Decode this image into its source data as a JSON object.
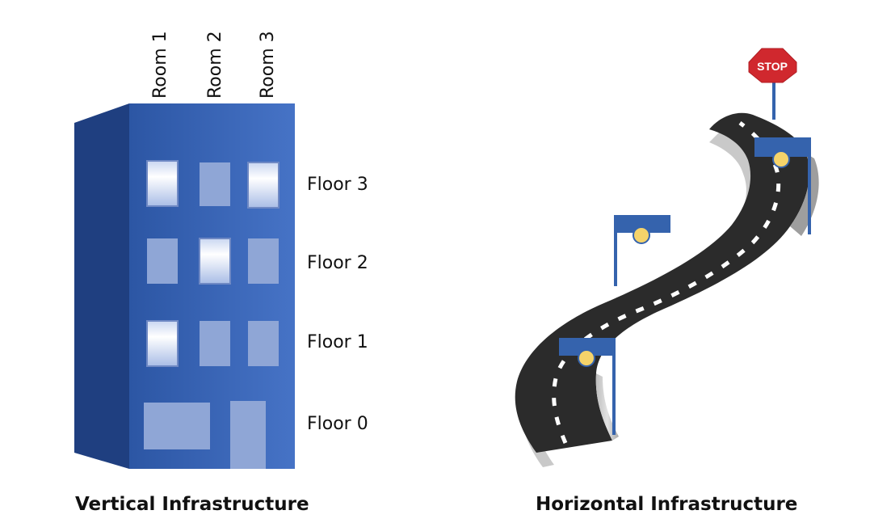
{
  "vertical": {
    "caption": "Vertical Infrastructure",
    "rooms": [
      "Room 1",
      "Room 2",
      "Room 3"
    ],
    "floors": [
      "Floor 3",
      "Floor 2",
      "Floor 1",
      "Floor 0"
    ]
  },
  "horizontal": {
    "caption": "Horizontal Infrastructure",
    "stop_sign": "STOP"
  },
  "colors": {
    "building": "#3b64b4",
    "building_side": "#1f3f80",
    "window_light": "#e6ecf8",
    "window_dim": "#8fa6d6",
    "road": "#2a2a2a",
    "road_edge": "#c8c8c8",
    "lane_mark": "#ffffff",
    "sign_panel": "#3563ad",
    "stop": "#d0282e"
  }
}
